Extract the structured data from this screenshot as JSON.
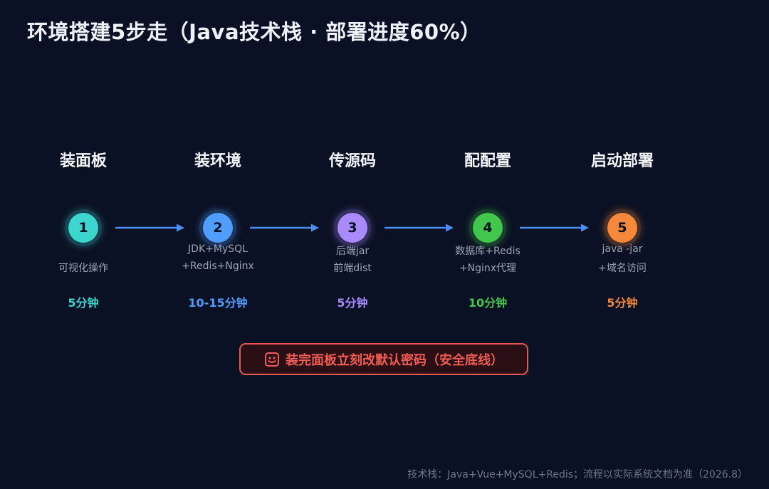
{
  "title": "环境搭建5步走（Java技术栈 · 部署进度60%）",
  "steps": [
    {
      "title": "装面板",
      "number": "1",
      "desc": [
        "可视化操作"
      ],
      "time": "5分钟",
      "color": "#3dd6cf"
    },
    {
      "title": "装环境",
      "number": "2",
      "desc": [
        "JDK+MySQL",
        "+Redis+Nginx"
      ],
      "time": "10-15分钟",
      "color": "#4f9dff"
    },
    {
      "title": "传源码",
      "number": "3",
      "desc": [
        "后端jar",
        "前端dist"
      ],
      "time": "5分钟",
      "color": "#a98bff"
    },
    {
      "title": "配配置",
      "number": "4",
      "desc": [
        "数据库+Redis",
        "+Nginx代理"
      ],
      "time": "10分钟",
      "color": "#43c64c"
    },
    {
      "title": "启动部署",
      "number": "5",
      "desc": [
        "java -jar",
        "+域名访问"
      ],
      "time": "5分钟",
      "color": "#f5883a"
    }
  ],
  "arrow_color": "#4a8df5",
  "warning": {
    "icon": "shield-icon",
    "text": "装完面板立刻改默认密码（安全底线）"
  },
  "footer": "技术栈：Java+Vue+MySQL+Redis；流程以实际系统文档为准（2026.8）"
}
